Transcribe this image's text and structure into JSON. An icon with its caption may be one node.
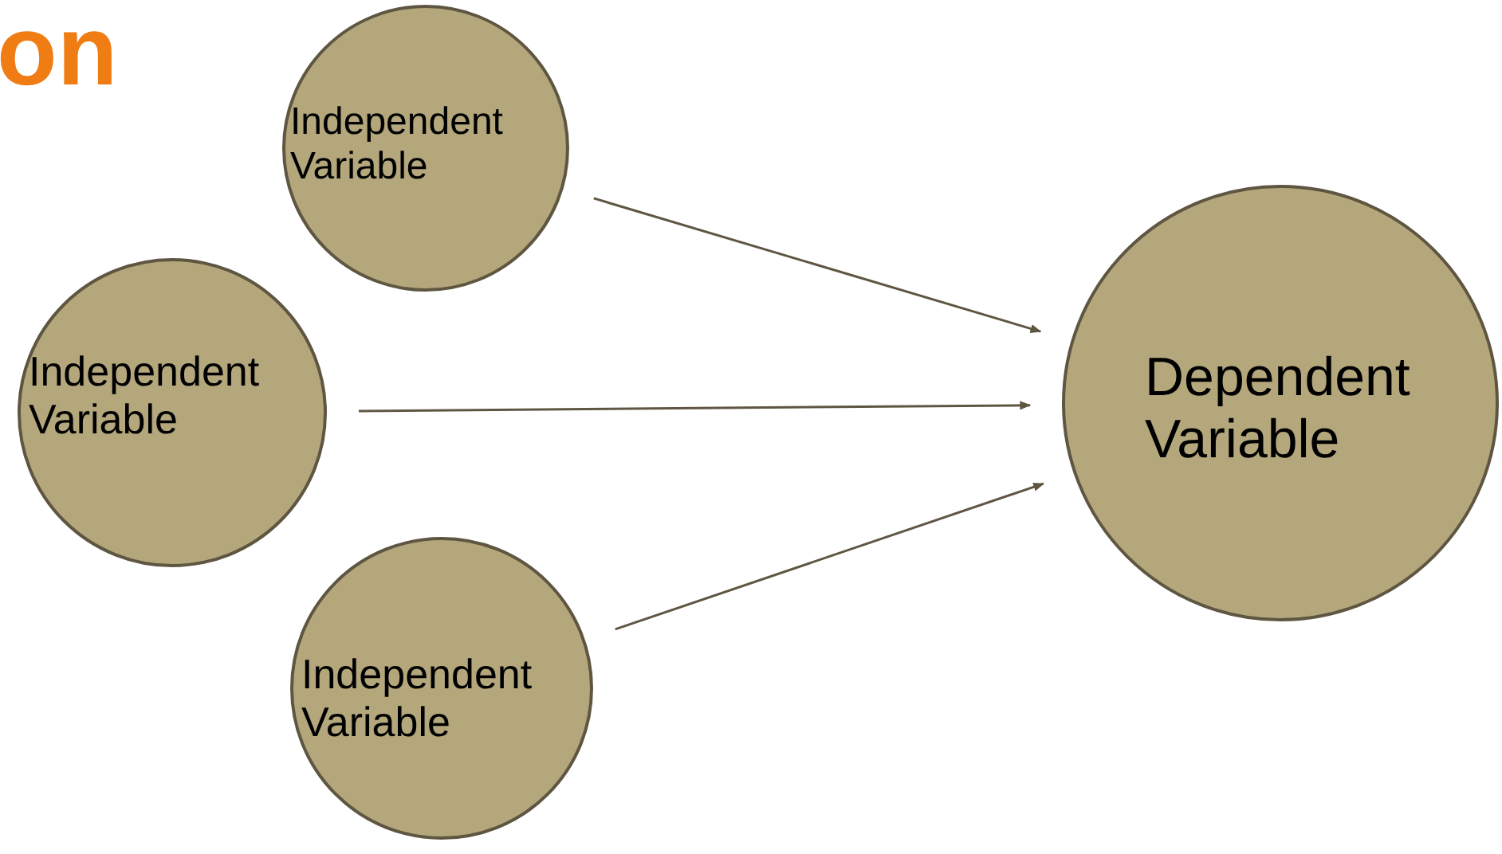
{
  "diagram": {
    "title": "on",
    "nodes": [
      {
        "text": [
          "Independent Variable"
        ]
      },
      {
        "text": [
          "Independent Variable"
        ]
      },
      {
        "text": [
          "Independent Variable"
        ]
      },
      {
        "text": [
          "Dependent Variable"
        ]
      }
    ],
    "edges": [
      {
        "from": 0,
        "to": 3,
        "arrow": "to"
      },
      {
        "from": 1,
        "to": 3,
        "arrow": "to"
      },
      {
        "from": 2,
        "to": 3,
        "arrow": "to"
      }
    ]
  }
}
